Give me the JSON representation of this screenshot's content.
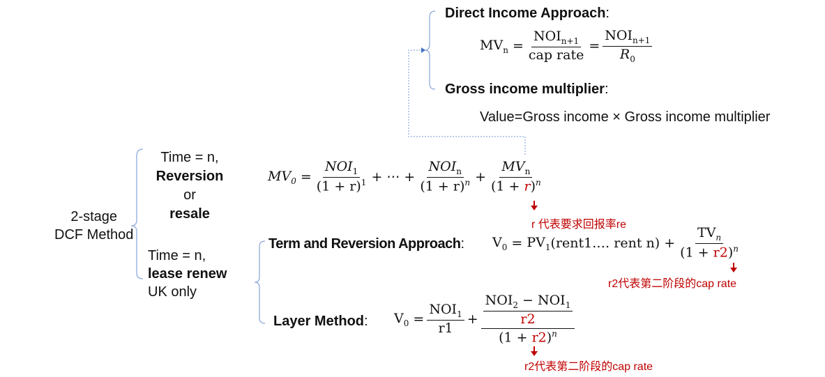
{
  "root": {
    "line1": "2-stage",
    "line2": "DCF Method"
  },
  "reversion": {
    "time": "Time = n,",
    "bold1": "Reversion",
    "or": "or",
    "bold2": "resale"
  },
  "lease": {
    "time": "Time = n,",
    "bold": "lease renew",
    "note": "UK only"
  },
  "mv0": {
    "lhs": "MV",
    "lhs_sub": "0",
    "t1_num": "NOI",
    "t1_num_sub": "1",
    "t1_den": "(1 + r)",
    "t1_den_sup": "1",
    "dots": "+ ⋯ +",
    "t2_num": "NOI",
    "t2_num_sub": "n",
    "t2_den": "(1 + r)",
    "t2_den_sup": "n",
    "t3_num": "MV",
    "t3_num_sub": "n",
    "t3_den_a": "(1 + ",
    "t3_den_r": "r",
    "t3_den_b": ")",
    "t3_den_sup": "n",
    "note": "r 代表要求回报率re"
  },
  "direct": {
    "title": "Direct Income Approach",
    "lhs": "MV",
    "lhs_sub": "n",
    "num": "NOI",
    "num_sub": "n+1",
    "den1": "cap rate",
    "den2": "R",
    "den2_sub": "0"
  },
  "gim": {
    "title": "Gross income multiplier",
    "formula": "Value=Gross income × Gross income multiplier"
  },
  "term": {
    "title": "Term and Reversion Approach",
    "lhs": "V",
    "lhs_sub": "0",
    "pv": "PV",
    "pv_sub": "1",
    "args": "(rent1.… rent n) +",
    "num": "TV",
    "num_sub": "n",
    "den_a": "(1 + ",
    "den_r": "r2",
    "den_b": ")",
    "den_sup": "n",
    "note": "r2代表第二阶段的cap rate"
  },
  "layer": {
    "title": "Layer Method",
    "lhs": "V",
    "lhs_sub": "0",
    "f1_num": "NOI",
    "f1_num_sub": "1",
    "f1_den": "r1",
    "inner_num_a": "NOI",
    "inner_num_a_sub": "2",
    "inner_num_minus": " − NOI",
    "inner_num_b_sub": "1",
    "inner_den": "r2",
    "den_a": "(1 + ",
    "den_r": "r2",
    "den_b": ")",
    "den_sup": "n",
    "note": "r2代表第二阶段的cap rate"
  },
  "colors": {
    "brace": "#8eaadb",
    "red": "#c00000",
    "dotted": "#8eaadb"
  }
}
